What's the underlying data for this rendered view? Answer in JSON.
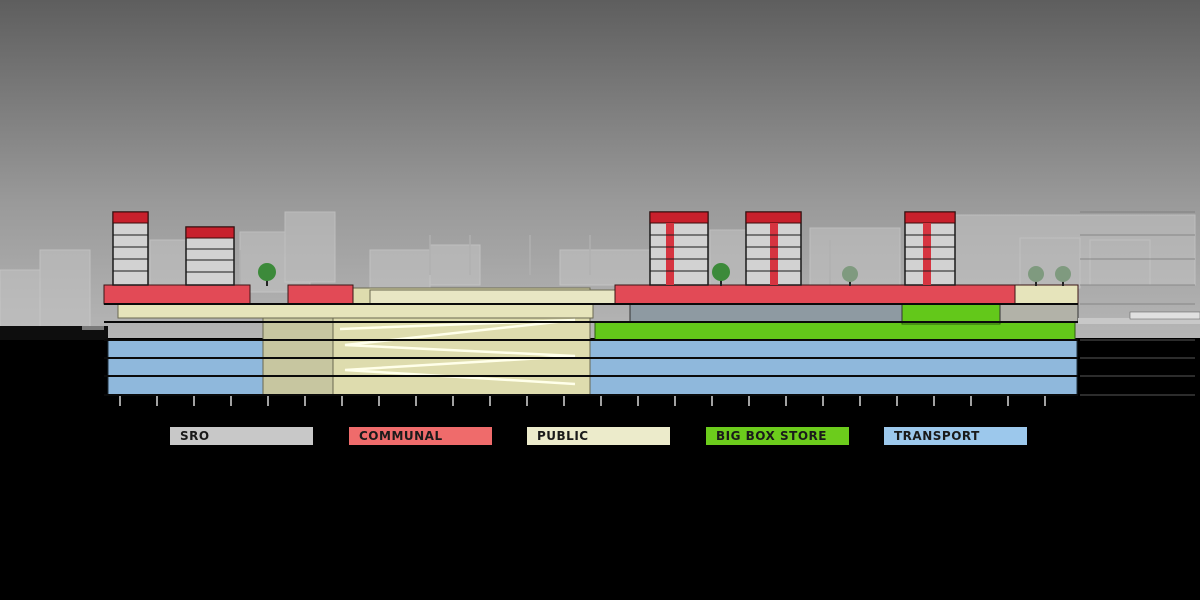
{
  "legend": {
    "items": [
      {
        "label": "SRO",
        "color": "#c8c8c8"
      },
      {
        "label": "COMMUNAL",
        "color": "#ef6b6b"
      },
      {
        "label": "PUBLIC",
        "color": "#ecebcb"
      },
      {
        "label": "BIG BOX STORE",
        "color": "#6ccc1c"
      },
      {
        "label": "TRANSPORT",
        "color": "#9cc8ec"
      }
    ]
  },
  "colors": {
    "sky_top": "#5e5e5e",
    "sky_bottom": "#b4b4b4",
    "ground": "#000000",
    "sro": "#c8c8c8",
    "communal": "#e24a56",
    "communal_roof": "#c8202c",
    "public": "#e6e4bb",
    "big_box": "#63c81a",
    "transport": "#8fb8dc",
    "tree": "#3c8a3a"
  }
}
